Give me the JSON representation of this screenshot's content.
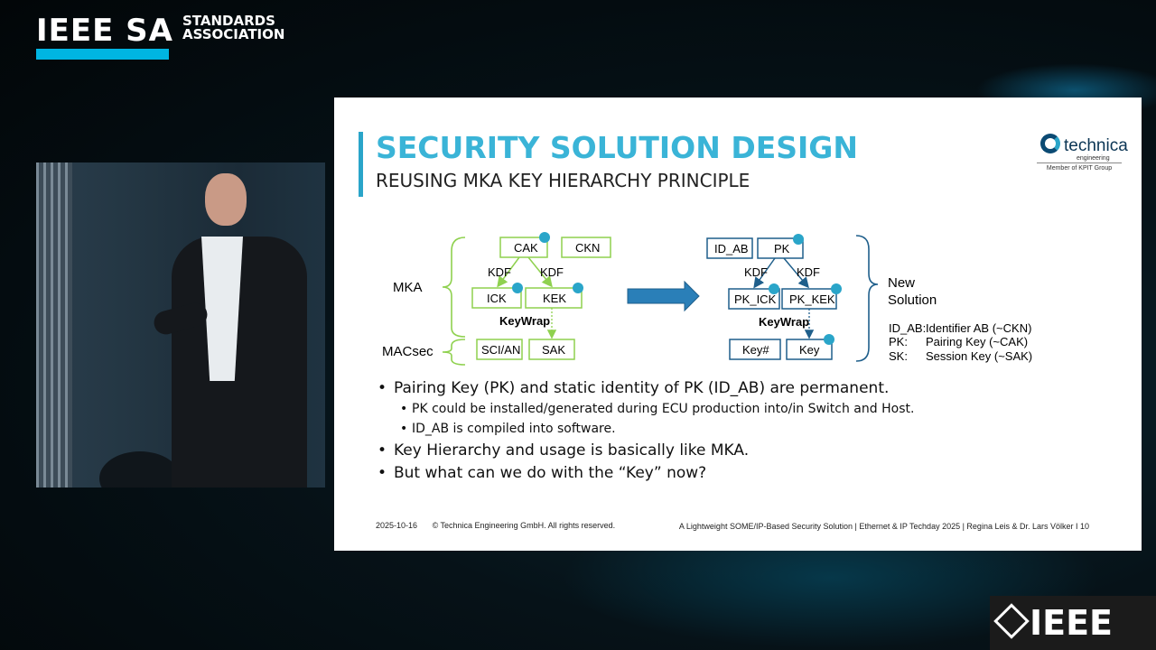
{
  "branding": {
    "ieee_sa": "IEEE SA",
    "standards": "STANDARDS",
    "association": "ASSOCIATION",
    "ieee_corner": "IEEE",
    "accent_color": "#00b5e2"
  },
  "slide": {
    "title": "SECURITY SOLUTION DESIGN",
    "subtitle": "REUSING MKA KEY HIERARCHY PRINCIPLE",
    "logo": {
      "name": "technica",
      "engineering": "engineering",
      "member": "Member of KPIT Group"
    },
    "diagram": {
      "left_labels": {
        "mka": "MKA",
        "macsec": "MACsec"
      },
      "left_boxes": {
        "cak": "CAK",
        "ckn": "CKN",
        "ick": "ICK",
        "kek": "KEK",
        "sci_an": "SCI/AN",
        "sak": "SAK"
      },
      "kdf": "KDF",
      "keywrap": "KeyWrap",
      "right_boxes": {
        "id_ab": "ID_AB",
        "pk": "PK",
        "pk_ick": "PK_ICK",
        "pk_kek": "PK_KEK",
        "key_hash": "Key#",
        "key": "Key"
      },
      "new_solution": [
        "New",
        "Solution"
      ],
      "legend": [
        {
          "abbr": "ID_AB:",
          "desc": "Identifier AB (~CKN)"
        },
        {
          "abbr": "PK:",
          "desc": "Pairing Key (~CAK)"
        },
        {
          "abbr": "SK:",
          "desc": "Session Key (~SAK)"
        }
      ],
      "colors": {
        "green": "#8fd14f",
        "blue": "#1f5f8b",
        "arrow": "#2a7fb8"
      }
    },
    "bullets": [
      {
        "text": "Pairing Key (PK) and static identity of PK (ID_AB) are permanent.",
        "sub": [
          "PK could be installed/generated during ECU production into/in Switch and Host.",
          "ID_AB is compiled into software."
        ]
      },
      {
        "text": "Key Hierarchy and usage is basically like MKA.",
        "sub": []
      },
      {
        "text": "But what can we do with the “Key” now?",
        "sub": []
      }
    ],
    "footer": {
      "date": "2025-10-16",
      "copyright": "© Technica Engineering GmbH. All rights reserved.",
      "right": "A Lightweight SOME/IP-Based Security Solution | Ethernet & IP Techday 2025  | Regina Leis & Dr. Lars Völker I 10"
    }
  }
}
